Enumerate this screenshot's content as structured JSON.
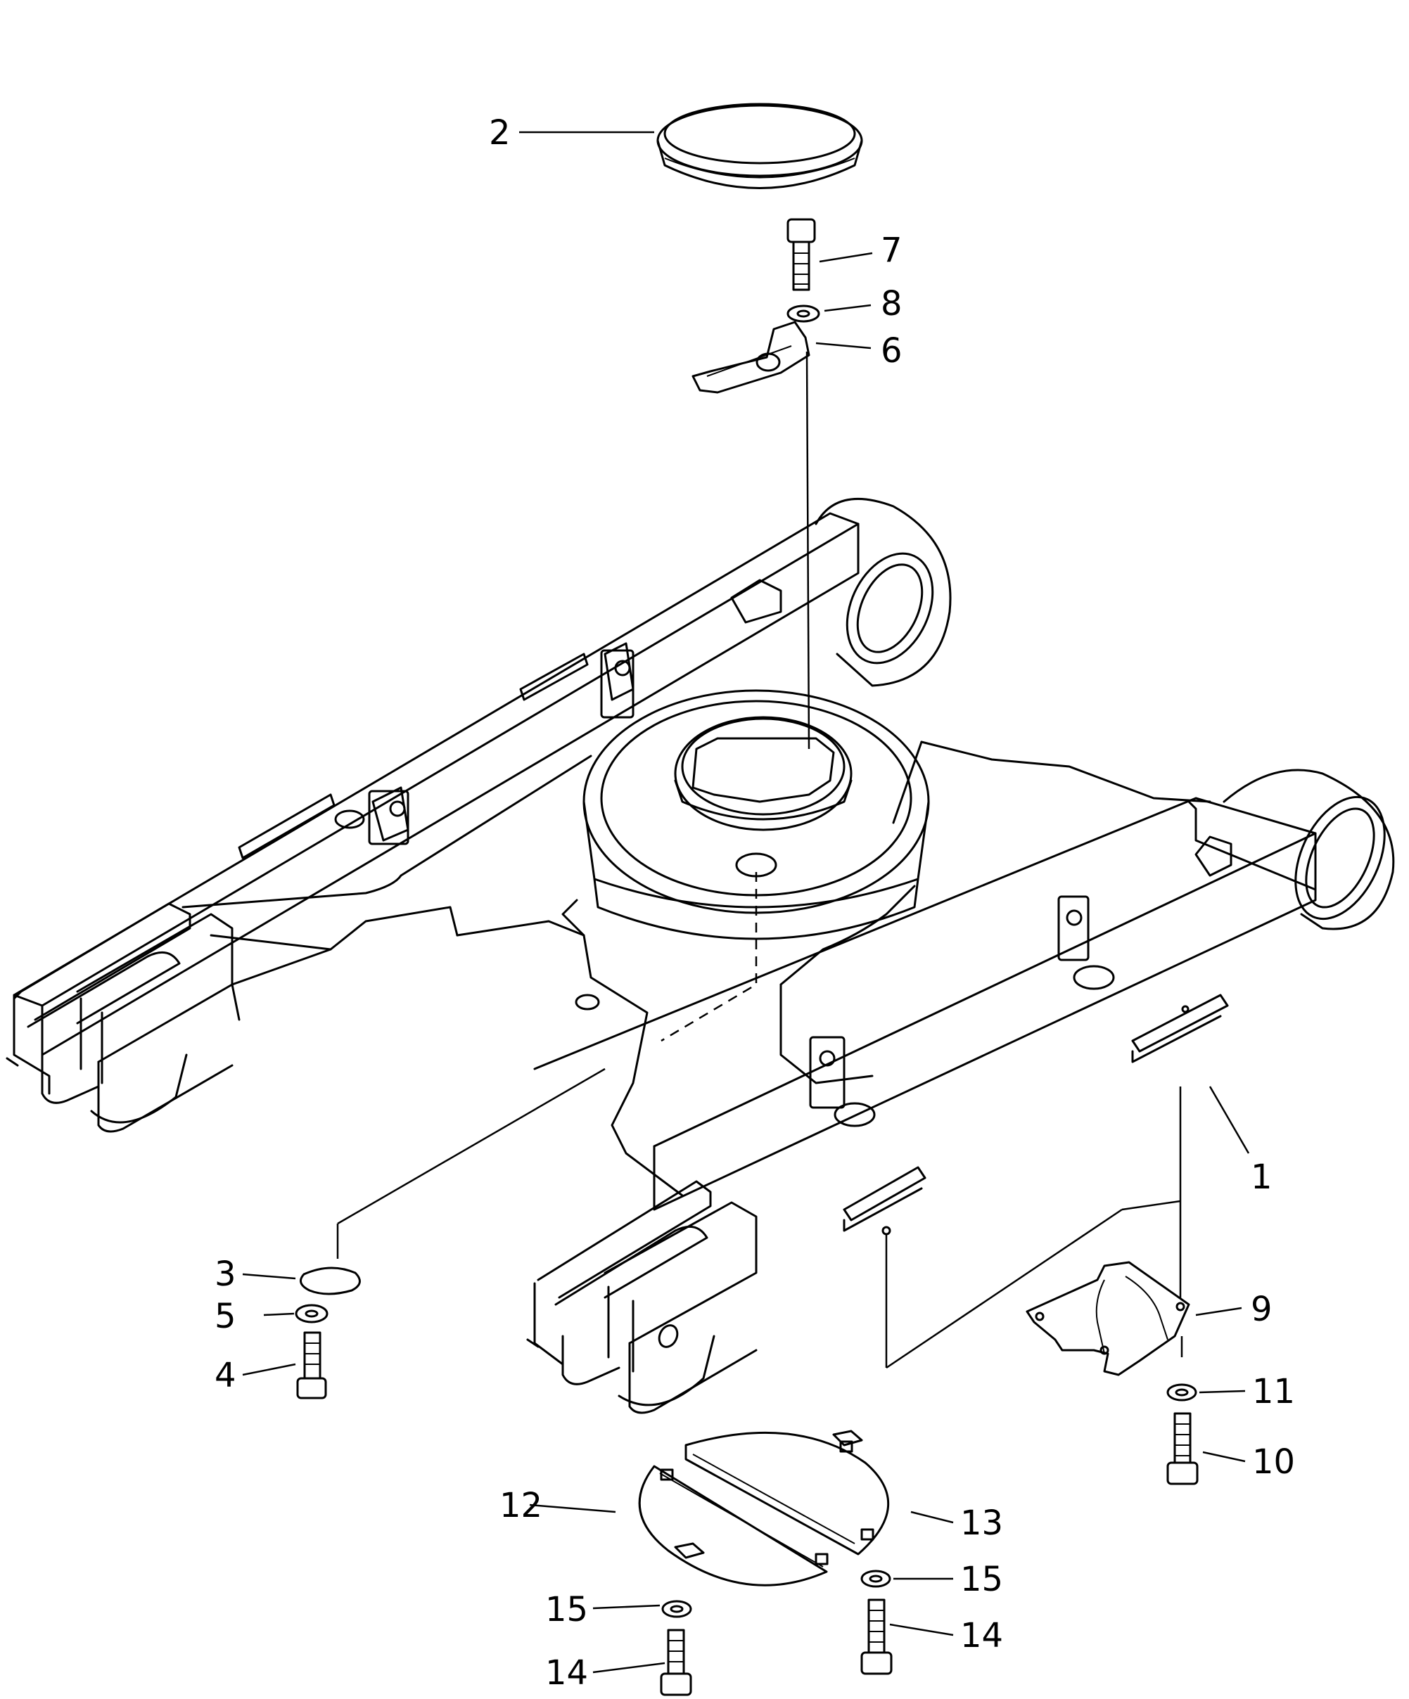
{
  "callouts": [
    {
      "id": "2",
      "label": "2"
    },
    {
      "id": "7",
      "label": "7"
    },
    {
      "id": "8",
      "label": "8"
    },
    {
      "id": "6",
      "label": "6"
    },
    {
      "id": "1",
      "label": "1"
    },
    {
      "id": "3",
      "label": "3"
    },
    {
      "id": "5",
      "label": "5"
    },
    {
      "id": "4",
      "label": "4"
    },
    {
      "id": "9",
      "label": "9"
    },
    {
      "id": "11",
      "label": "11"
    },
    {
      "id": "10",
      "label": "10"
    },
    {
      "id": "12",
      "label": "12"
    },
    {
      "id": "13",
      "label": "13"
    },
    {
      "id": "15a",
      "label": "15"
    },
    {
      "id": "15b",
      "label": "15"
    },
    {
      "id": "14a",
      "label": "14"
    },
    {
      "id": "14b",
      "label": "14"
    }
  ]
}
